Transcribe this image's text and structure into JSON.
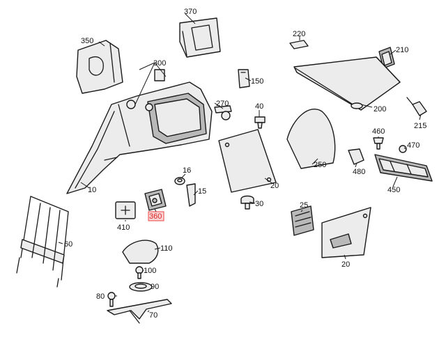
{
  "callouts": {
    "c10": "10",
    "c15": "15",
    "c16": "16",
    "c20a": "20",
    "c20b": "20",
    "c25": "25",
    "c30": "30",
    "c40": "40",
    "c60": "60",
    "c70": "70",
    "c80": "80",
    "c90": "90",
    "c100": "100",
    "c110": "110",
    "c150": "150",
    "c200": "200",
    "c210": "210",
    "c215": "215",
    "c220": "220",
    "c250": "250",
    "c270": "270",
    "c300": "300",
    "c350": "350",
    "c360": "360",
    "c370": "370",
    "c410": "410",
    "c450": "450",
    "c460": "460",
    "c470": "470",
    "c480": "480"
  },
  "highlight_color": "#dd2222",
  "highlighted_part": "360"
}
